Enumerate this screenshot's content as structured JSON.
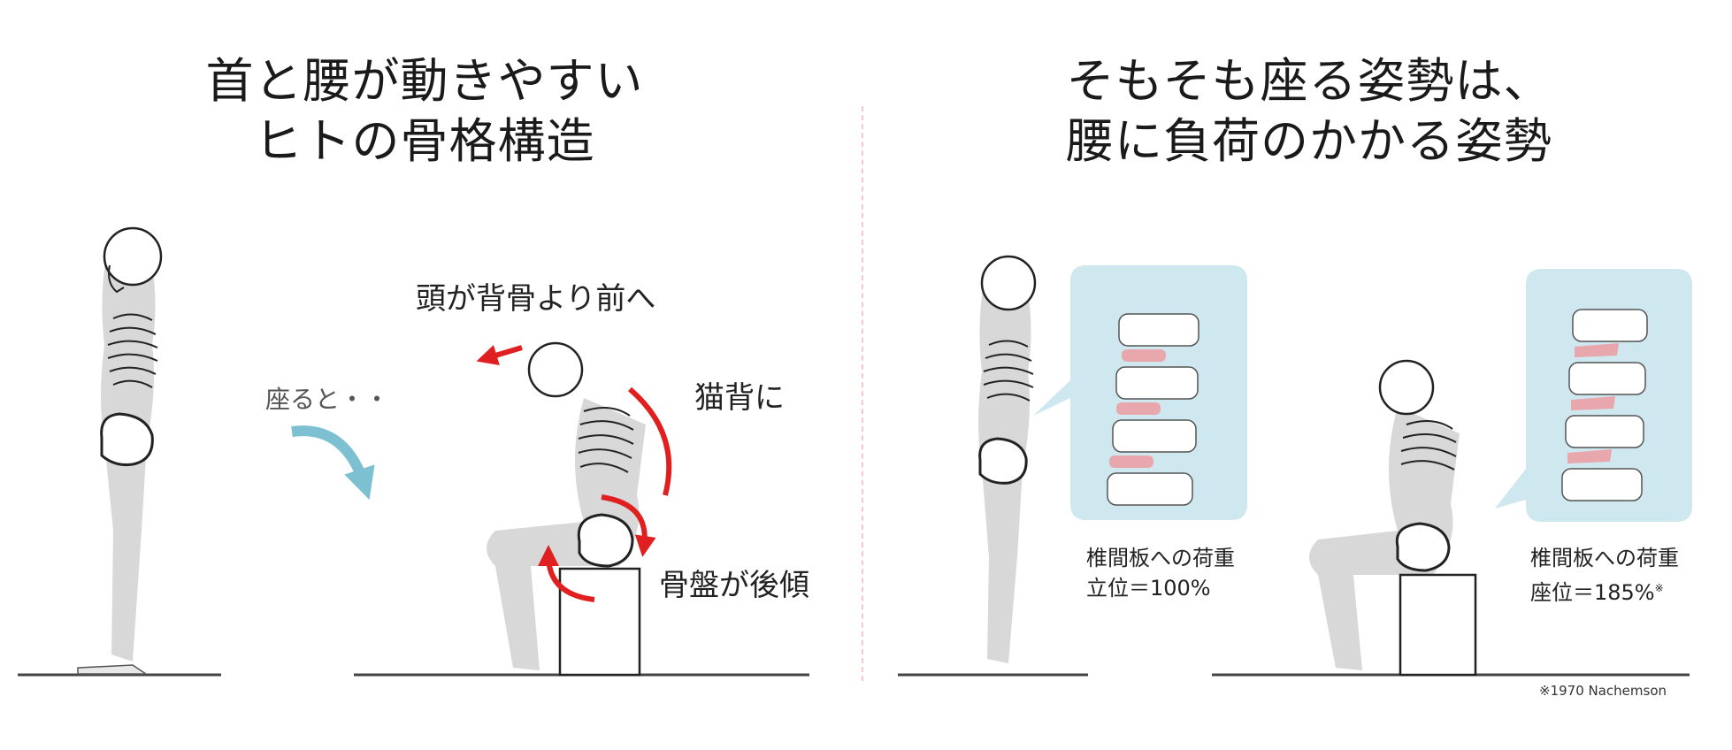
{
  "left_panel": {
    "title_line1": "首と腰が動きやすい",
    "title_line2": "ヒトの骨格構造",
    "label_sitting": "座ると・・",
    "label_head": "頭が背骨より前へ",
    "label_back": "猫背に",
    "label_pelvis": "骨盤が後傾"
  },
  "right_panel": {
    "title_line1": "そもそも座る姿勢は、",
    "title_line2": "腰に負荷のかかる姿勢",
    "standing_load_label": "椎間板への荷重",
    "standing_load_value": "立位＝100%",
    "sitting_load_label": "椎間板への荷重",
    "sitting_load_value": "座位＝185%",
    "footnote_mark": "※",
    "reference": "※1970  Nachemson"
  },
  "colors": {
    "arrow_red": "#e02020",
    "arrow_blue": "#7cc0d2",
    "bubble_fill": "#cfe7ee",
    "bone": "#d9d9d9",
    "disc_pink": "#e8a6ad",
    "divider": "#f2c9cf"
  }
}
